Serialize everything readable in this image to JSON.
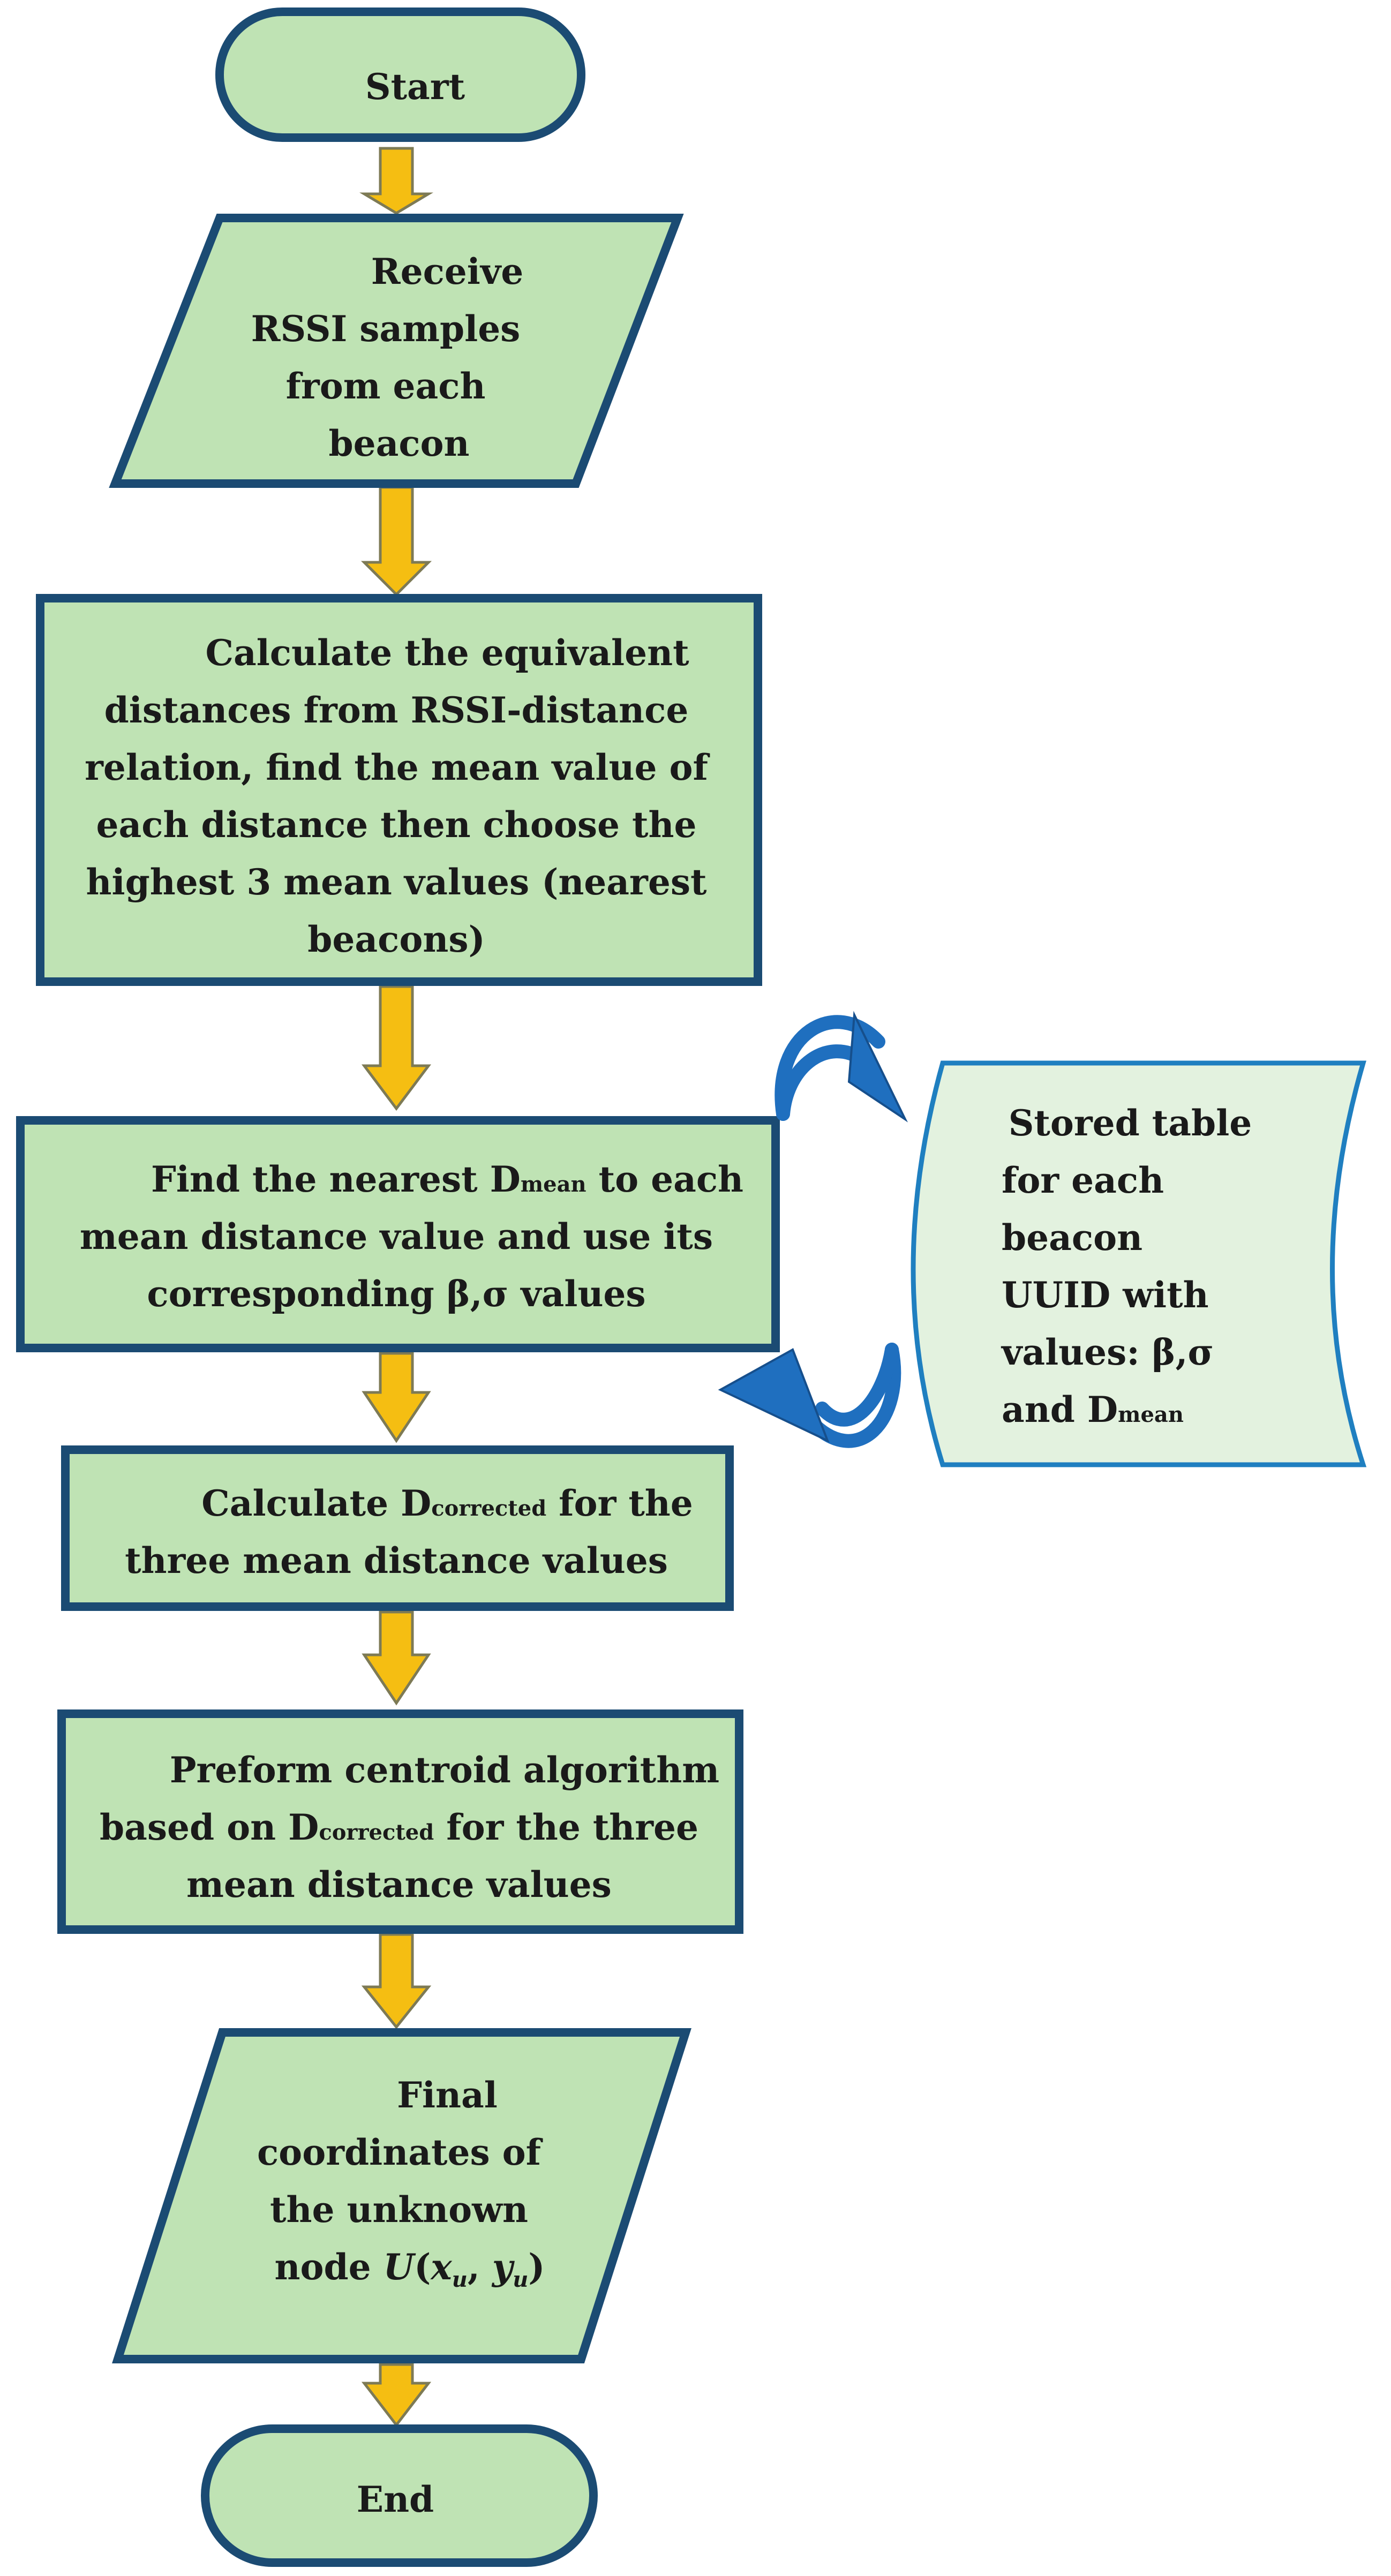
{
  "colors": {
    "box_fill": "#bfe3b4",
    "box_stroke": "#1b4b73",
    "arrow_fill": "#f5be12",
    "arrow_stroke": "#7d7a55",
    "storage_fill": "#e3f2df",
    "storage_stroke": "#1f7fc0",
    "loop_arrow": "#1f6fbf",
    "text": "#1a1a1a"
  },
  "flowchart": {
    "start": {
      "label": "Start"
    },
    "receive": {
      "lines": [
        "Receive",
        "RSSI samples",
        "from each",
        "beacon"
      ]
    },
    "calculate": {
      "lines": [
        "Calculate the equivalent",
        "distances from RSSI-distance",
        "relation, find the mean value of",
        "each distance then choose the",
        "highest 3 mean values (nearest",
        "beacons)"
      ]
    },
    "find": {
      "line1_prefix": "Find the nearest D",
      "line1_sub": "mean",
      "line1_suffix": " to each",
      "line2": "mean distance value and use its",
      "line3": "corresponding β,σ values"
    },
    "correct": {
      "line1_prefix": "Calculate D",
      "line1_sub": "corrected",
      "line1_suffix": " for the",
      "line2": "three mean distance values"
    },
    "centroid": {
      "line1": "Preform centroid algorithm",
      "line2_prefix": "based on D",
      "line2_sub": "corrected",
      "line2_suffix": " for the three",
      "line3": "mean distance values"
    },
    "final": {
      "line1": "Final",
      "line2": "coordinates of",
      "line3": "the unknown",
      "line4_prefix": "node ",
      "math_U": "U",
      "math_open": "(",
      "math_x": "x",
      "math_sub_u1": "u",
      "math_comma": ", ",
      "math_y": "y",
      "math_sub_u2": "u",
      "math_close": ")"
    },
    "end": {
      "label": "End"
    },
    "storage": {
      "lines": [
        "Stored table",
        "for each",
        "beacon",
        "UUID with",
        "values: β,σ"
      ],
      "last_prefix": "and D",
      "last_sub": "mean"
    }
  }
}
